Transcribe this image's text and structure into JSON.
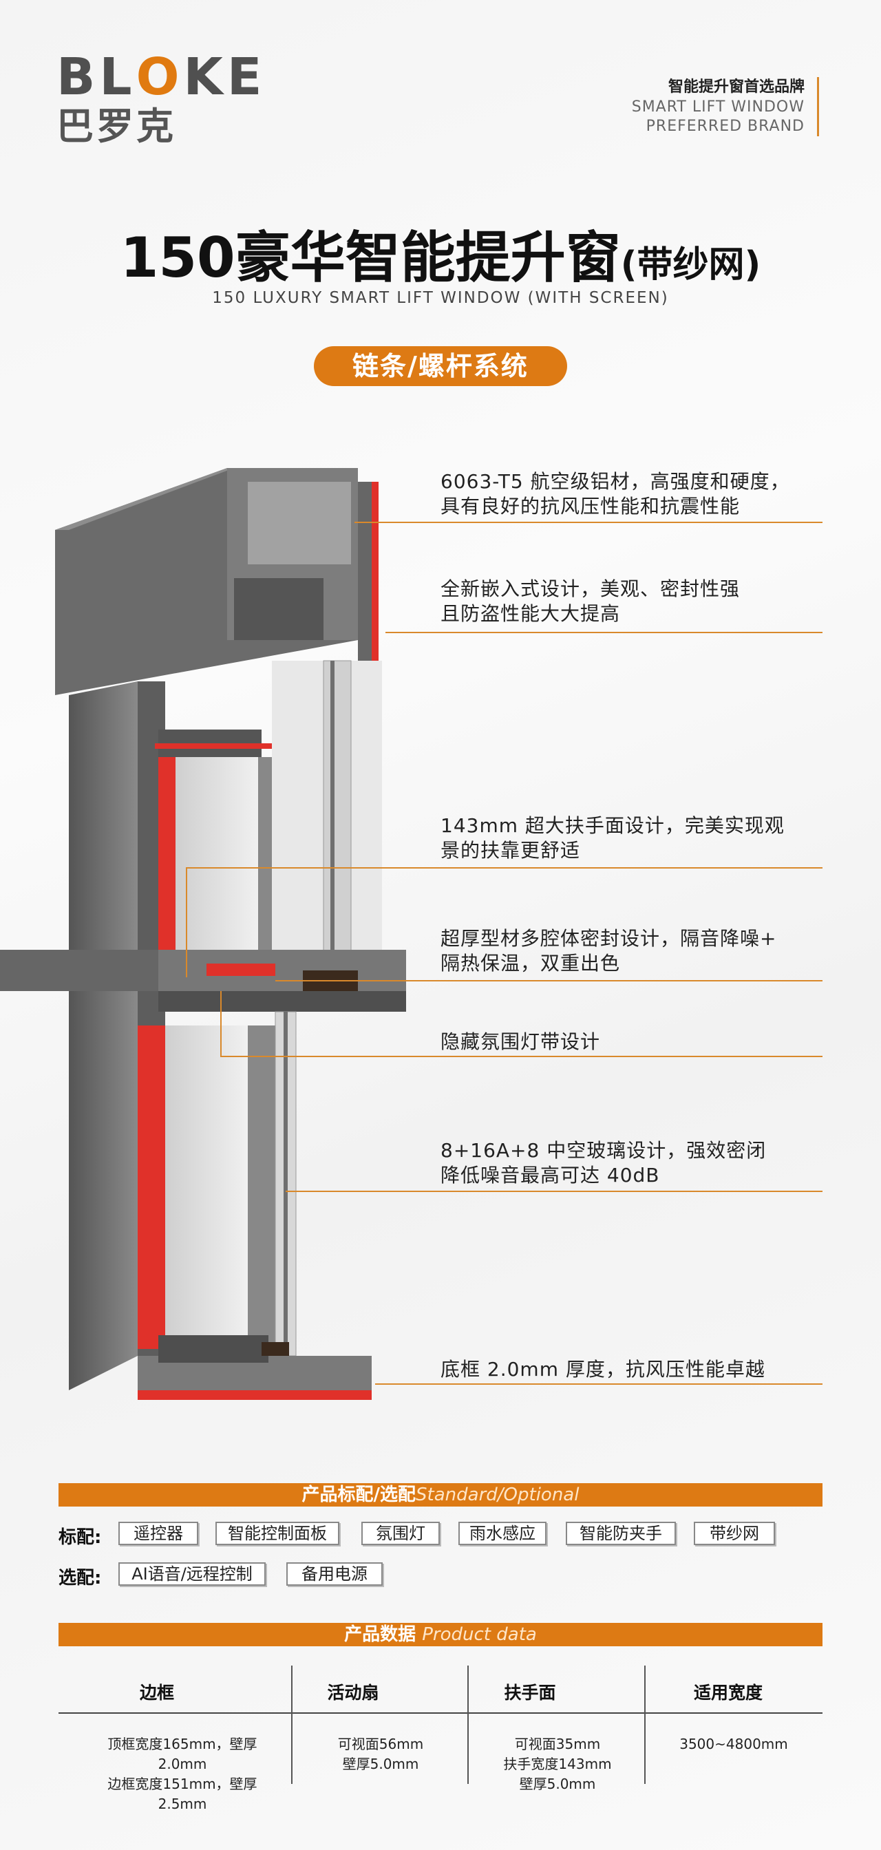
{
  "logo": {
    "en_prefix": "BL",
    "en_o": "O",
    "en_suffix": "KE",
    "cn": "巴罗克"
  },
  "brand": {
    "line1": "智能提升窗首选品牌",
    "line2": "SMART LIFT WINDOW",
    "line3": "PREFERRED BRAND"
  },
  "title": {
    "main": "150豪华智能提升窗",
    "paren": "(带纱网)",
    "subtitle": "150 LUXURY SMART LIFT WINDOW (WITH SCREEN)"
  },
  "system_pill": "链条/螺杆系统",
  "features": [
    {
      "l1": "6063-T5 航空级铝材，高强度和硬度，",
      "l2": "具有良好的抗风压性能和抗震性能"
    },
    {
      "l1": "全新嵌入式设计，美观、密封性强",
      "l2": "且防盗性能大大提高"
    },
    {
      "l1": "143mm 超大扶手面设计，完美实现观",
      "l2": "景的扶靠更舒适"
    },
    {
      "l1": "超厚型材多腔体密封设计，隔音降噪+",
      "l2": "隔热保温，双重出色"
    },
    {
      "l1": "隐藏氛围灯带设计",
      "l2": ""
    },
    {
      "l1": "8+16A+8 中空玻璃设计，强效密闭",
      "l2": "降低噪音最高可达 40dB"
    },
    {
      "l1": "底框 2.0mm 厚度，抗风压性能卓越",
      "l2": ""
    }
  ],
  "config": {
    "bar_cn": "产品标配/选配",
    "bar_en": "Standard/Optional",
    "standard_label": "标配:",
    "standard": [
      "遥控器",
      "智能控制面板",
      "氛围灯",
      "雨水感应",
      "智能防夹手",
      "带纱网"
    ],
    "optional_label": "选配:",
    "optional": [
      "AI语音/远程控制",
      "备用电源"
    ]
  },
  "data": {
    "bar_cn": "产品数据",
    "bar_en": "Product data",
    "headers": [
      "边框",
      "活动扇",
      "扶手面",
      "适用宽度"
    ],
    "cells": [
      [
        "顶框宽度165mm，壁厚2.0mm",
        "边框宽度151mm，壁厚2.5mm",
        ""
      ],
      [
        "可视面56mm",
        "壁厚5.0mm",
        ""
      ],
      [
        "可视面35mm",
        "扶手宽度143mm",
        "壁厚5.0mm"
      ],
      [
        "3500~4800mm",
        "",
        ""
      ]
    ]
  },
  "colors": {
    "accent": "#dd7a14",
    "frame": "#6d6d6d",
    "seal": "#e0312a"
  }
}
